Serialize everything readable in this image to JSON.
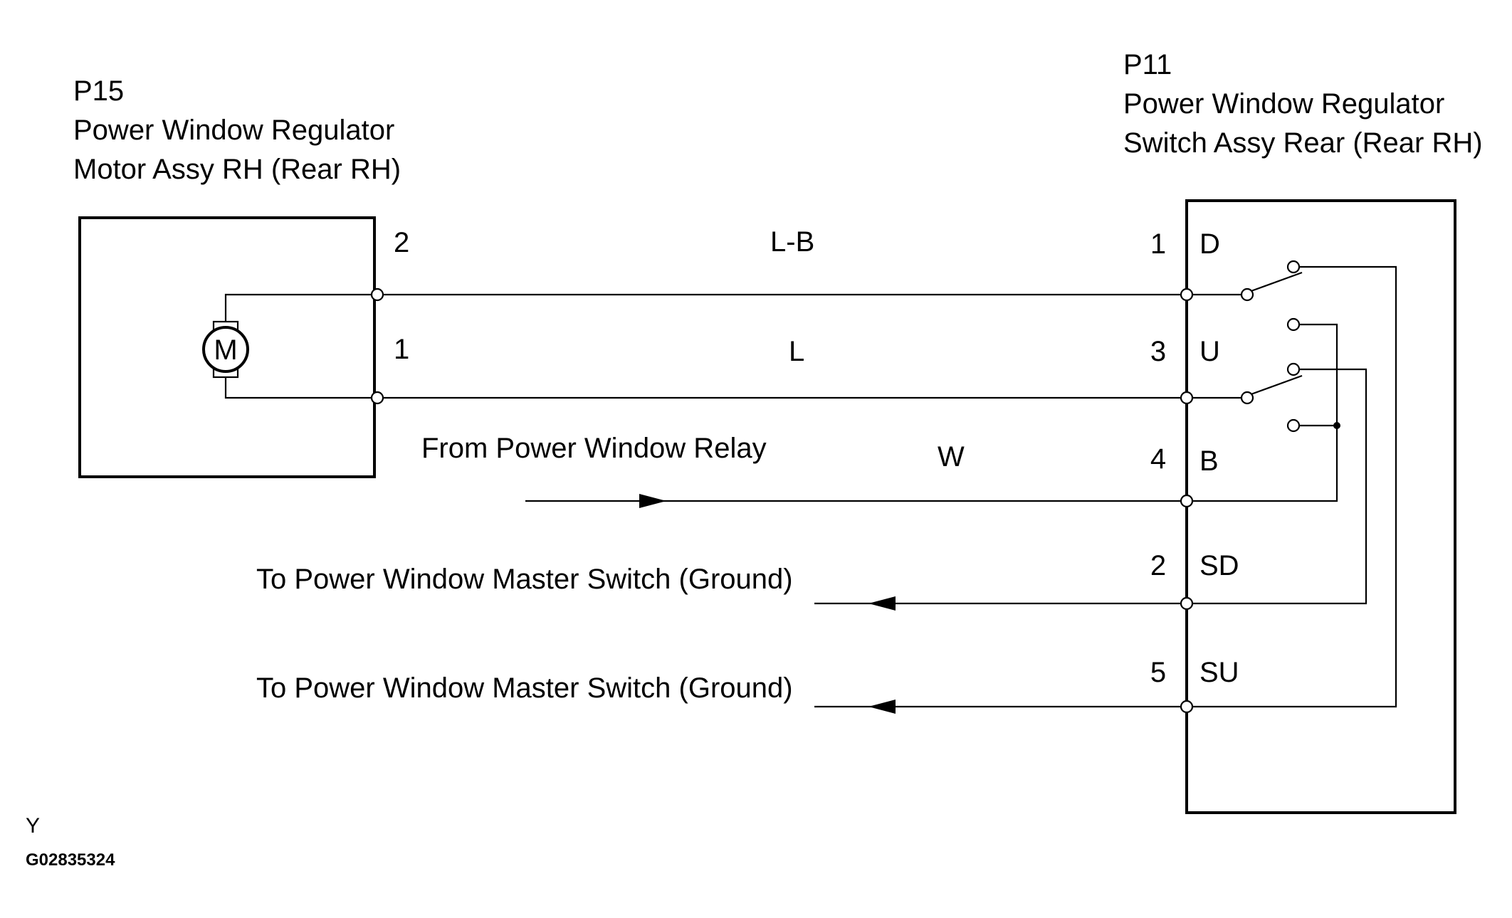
{
  "motor": {
    "code": "P15",
    "name_line1": "Power Window Regulator",
    "name_line2": "Motor Assy RH (Rear RH)",
    "symbol": "M",
    "pin_top": "2",
    "pin_bottom": "1"
  },
  "switch": {
    "code": "P11",
    "name_line1": "Power Window Regulator",
    "name_line2": "Switch Assy Rear (Rear RH)",
    "pins": [
      {
        "number": "1",
        "label": "D"
      },
      {
        "number": "3",
        "label": "U"
      },
      {
        "number": "4",
        "label": "B"
      },
      {
        "number": "2",
        "label": "SD"
      },
      {
        "number": "5",
        "label": "SU"
      }
    ]
  },
  "wires": [
    {
      "color": "L-B"
    },
    {
      "color": "L"
    },
    {
      "color": "W",
      "source": "From Power Window Relay"
    },
    {
      "destination": "To Power Window Master Switch (Ground)"
    },
    {
      "destination": "To Power Window Master Switch (Ground)"
    }
  ],
  "footer": {
    "code_letter": "Y",
    "figure_id": "G02835324"
  }
}
